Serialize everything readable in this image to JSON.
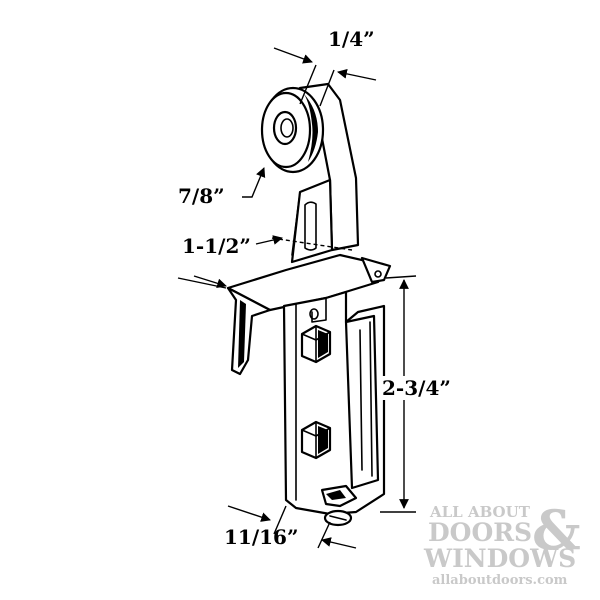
{
  "dimensions": {
    "pin_diameter": "1/4”",
    "wheel_diameter": "7/8”",
    "adjustment": "1-1/2”",
    "height": "2-3/4”",
    "width": "11/16”"
  },
  "watermark": {
    "line1": "ALL ABOUT",
    "line2": "DOORS",
    "ampersand": "&",
    "line3": "WINDOWS",
    "url": "allaboutdoors.com"
  },
  "colors": {
    "line": "#000000",
    "background": "#ffffff",
    "watermark": "#c9c9c9"
  }
}
